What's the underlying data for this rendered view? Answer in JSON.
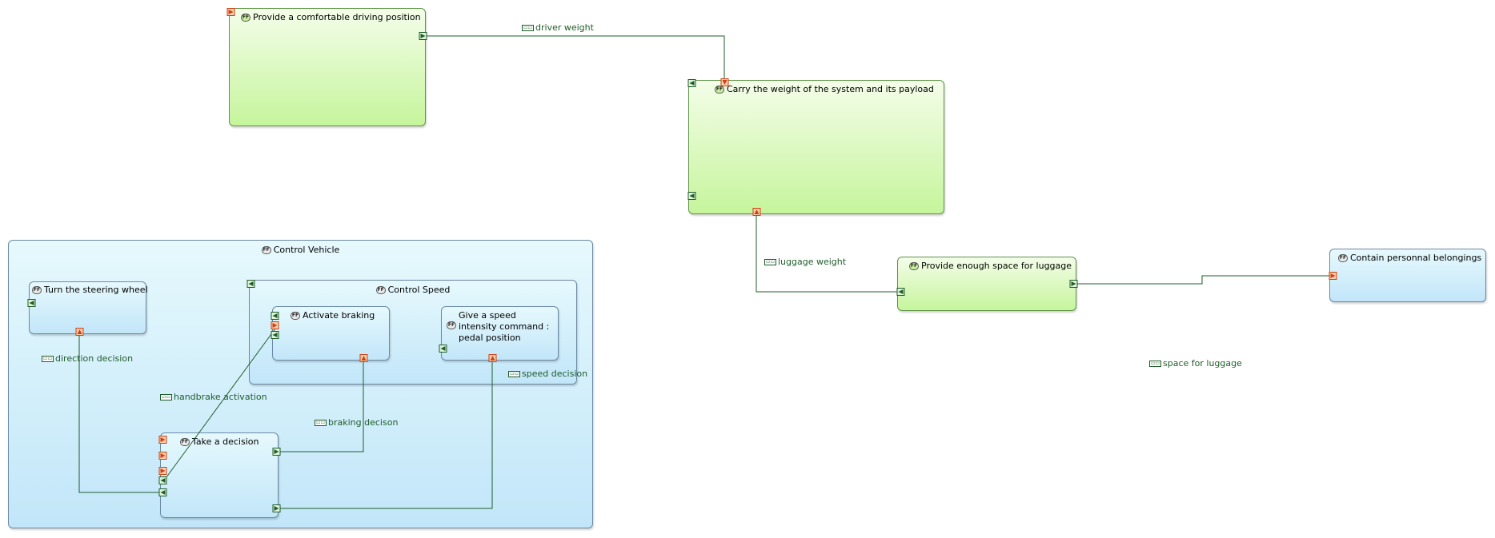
{
  "functions": {
    "comfortable_position": "Provide a comfortable driving position",
    "carry_weight": "Carry the weight of the system and its payload",
    "luggage_space": "Provide enough space for luggage",
    "personal_belongings": "Contain personnal belongings",
    "control_vehicle": "Control Vehicle",
    "steering": "Turn the steering wheel",
    "control_speed": "Control Speed",
    "braking": "Activate braking",
    "speed_intensity": "Give a speed intensity command : pedal position",
    "decision": "Take a decision"
  },
  "exchanges": {
    "driver_weight": "driver weight",
    "luggage_weight": "luggage weight",
    "space_for_luggage": "space for luggage",
    "direction_decision": "direction decision",
    "handbrake_activation": "handbrake activation",
    "braking_decison": "braking decison",
    "speed_decision": "speed decision"
  },
  "icons": {
    "function": "function-icon",
    "exchange": "functional-exchange-icon",
    "input_port": "input-port-icon",
    "output_port": "output-port-icon"
  },
  "colors": {
    "leaf_function_fill": "#c6f59c",
    "parent_function_fill": "#c2e6f9",
    "edge": "#1f5c2a",
    "output_port": "#d04010",
    "input_port": "#1f5c2a"
  }
}
